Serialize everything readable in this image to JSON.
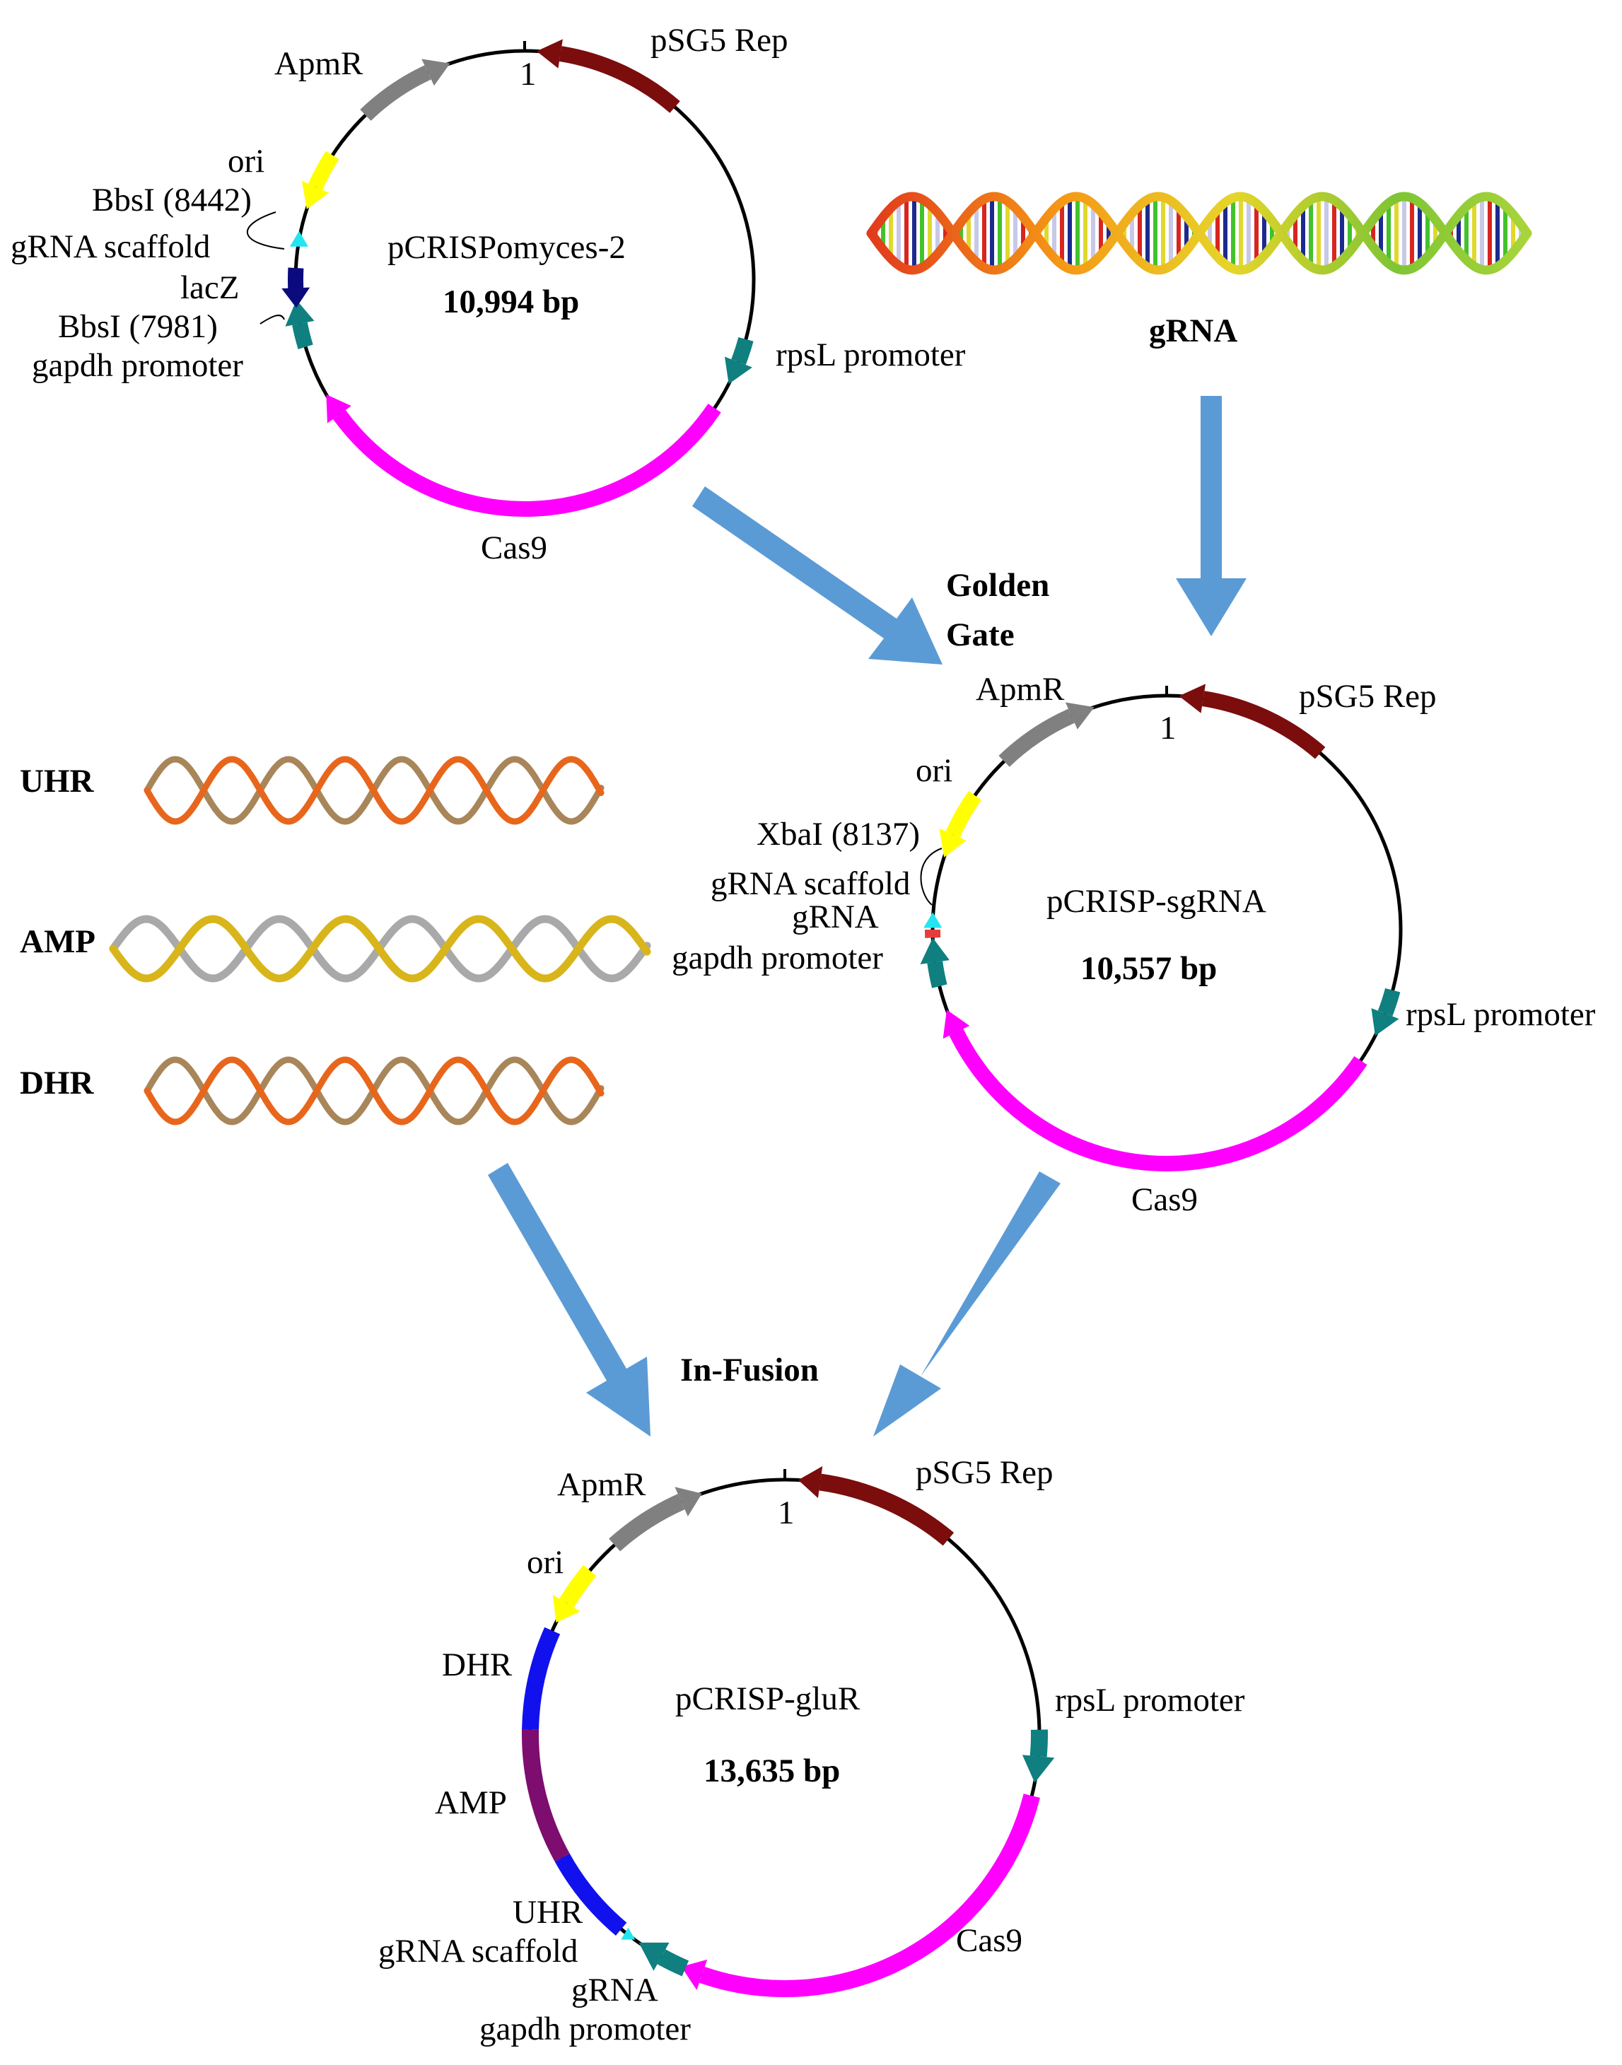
{
  "plasmid1": {
    "name": "pCRISPomyces-2",
    "size": "10,994 bp",
    "origin": "1",
    "labels": {
      "pSG5": "pSG5 Rep",
      "rpsL": "rpsL promoter",
      "cas9": "Cas9",
      "gapdh": "gapdh promoter",
      "bbsI2": "BbsI (7981)",
      "lacz": "lacZ",
      "scaffold": "gRNA scaffold",
      "bbsI1": "BbsI (8442)",
      "ori": "ori",
      "apmr": "ApmR"
    }
  },
  "gRNA_label": "gRNA",
  "golden_gate": [
    "Golden",
    "Gate"
  ],
  "in_fusion": "In-Fusion",
  "fragments": [
    "UHR",
    "AMP",
    "DHR"
  ],
  "plasmid2": {
    "name": "pCRISP-sgRNA",
    "size": "10,557 bp",
    "origin": "1",
    "labels": {
      "pSG5": "pSG5 Rep",
      "rpsL": "rpsL promoter",
      "cas9": "Cas9",
      "gapdh": "gapdh promoter",
      "grna": "gRNA",
      "scaffold": "gRNA scaffold",
      "xbai": "XbaI (8137)",
      "ori": "ori",
      "apmr": "ApmR"
    }
  },
  "plasmid3": {
    "name": "pCRISP-gluR",
    "size": "13,635 bp",
    "origin": "1",
    "labels": {
      "pSG5": "pSG5 Rep",
      "rpsL": "rpsL promoter",
      "cas9": "Cas9",
      "gapdh": "gapdh promoter",
      "grna": "gRNA",
      "scaffold": "gRNA scaffold",
      "uhr": "UHR",
      "amp": "AMP",
      "dhr": "DHR",
      "ori": "ori",
      "apmr": "ApmR"
    }
  },
  "colors": {
    "pSG5": "#7b0d0d",
    "cas9": "#ff00ff",
    "promoter": "#0f7f7f",
    "ori": "#ffff00",
    "apmr": "#808080",
    "scaffold": "#22e5f0",
    "lacz": "#0b0b7e",
    "hr": "#1111ee",
    "amp": "#7d0d6e",
    "flow_arrow": "#5b9bd5"
  }
}
